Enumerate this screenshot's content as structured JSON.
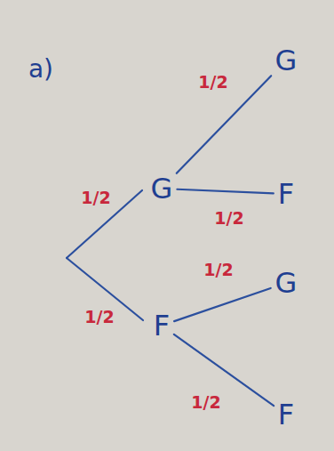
{
  "diagram": {
    "nodes": [
      {
        "text": [
          "G"
        ]
      },
      {
        "text": [
          "F"
        ]
      },
      {
        "text": [
          "G"
        ]
      },
      {
        "text": [
          "F"
        ]
      },
      {
        "text": [
          "G"
        ]
      },
      {
        "text": [
          "F"
        ]
      }
    ],
    "edges": [
      {
        "from": 0,
        "to": 2,
        "arrow": "none",
        "label": "1/2"
      },
      {
        "from": 0,
        "to": 3,
        "arrow": "none",
        "label": "1/2"
      },
      {
        "from": 1,
        "to": 4,
        "arrow": "none",
        "label": "1/2"
      },
      {
        "from": 1,
        "to": 5,
        "arrow": "none",
        "label": "1/2"
      }
    ],
    "labels": [
      "a)",
      "1/2",
      "1/2"
    ]
  }
}
